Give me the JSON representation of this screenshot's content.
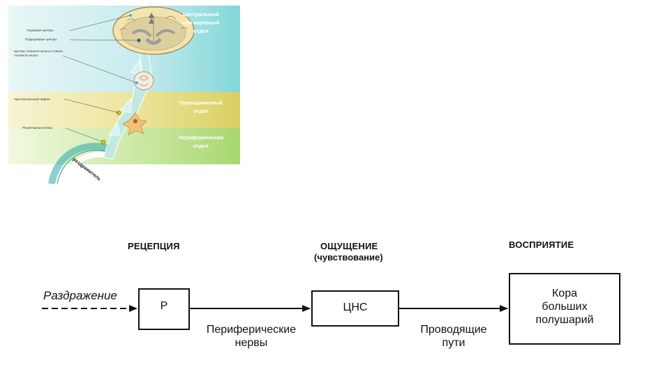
{
  "illustration": {
    "sections": [
      {
        "name": "Центральный или корковый отдел"
      },
      {
        "name": "Проводниковый отдел"
      },
      {
        "name": "Периферический отдел"
      }
    ],
    "labels": {
      "left_1": "Корковые центры",
      "left_2": "Подкорковые центры",
      "left_3": "Центры спинного мозга и ствола головного мозга",
      "left_4": "Чувствительный нейрон",
      "left_5": "Рецепторная клетка",
      "arc": "раздражитель"
    },
    "section_lines": {
      "central_1": "Центральный",
      "central_2": "или корковый",
      "central_3": "отдел",
      "conductive_1": "Проводниковый",
      "conductive_2": "отдел",
      "peripheral_1": "Периферический",
      "peripheral_2": "отдел"
    },
    "colors": {
      "central": "#83d7d9",
      "conductive": "#d8cf63",
      "peripheral": "#a8d771"
    }
  },
  "flow": {
    "headings": {
      "reception": "РЕЦЕПЦИЯ",
      "sensation": "ОЩУЩЕНИЕ",
      "sensation_sub": "(чувствование)",
      "perception": "ВОСПРИЯТИЕ"
    },
    "stimulus": "Раздражение",
    "boxes": {
      "receptor": "Р",
      "cns": "ЦНС",
      "cortex_1": "Кора",
      "cortex_2": "больших",
      "cortex_3": "полушарий"
    },
    "connectors": {
      "nerves_1": "Периферические",
      "nerves_2": "нервы",
      "paths_1": "Проводящие",
      "paths_2": "пути"
    }
  }
}
